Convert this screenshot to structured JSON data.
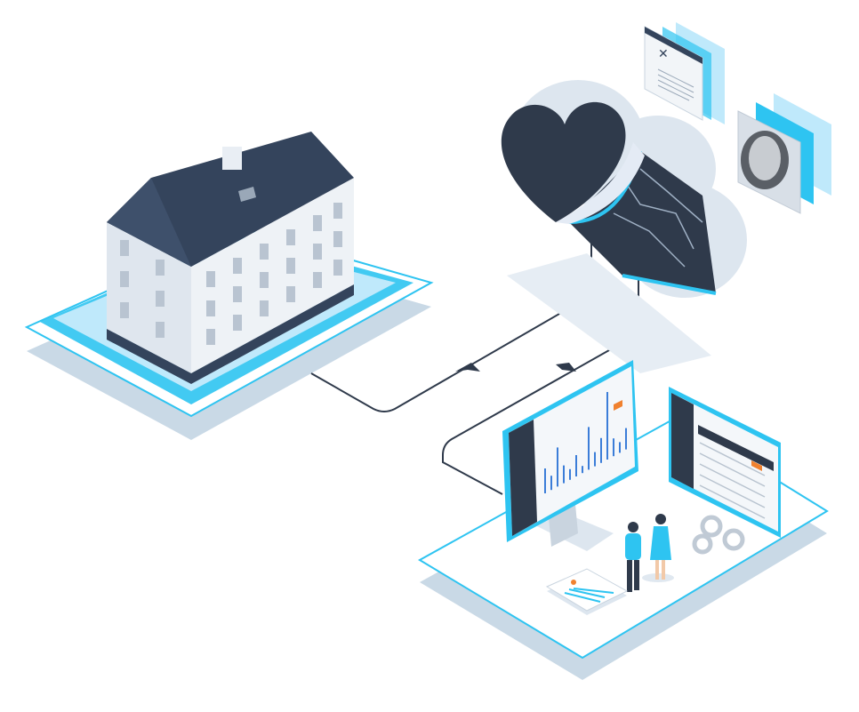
{
  "colors": {
    "background": "#ffffff",
    "accent_cyan": "#2ec4f1",
    "light_cyan": "#bfe9fb",
    "platform_shadow": "#c9d9e6",
    "roof_dark": "#34445c",
    "wall_light": "#e9eef4",
    "cloud_light": "#dde6ef",
    "cloud_dark": "#2f3a4b",
    "connector_line": "#2f3a4b",
    "chart_bar": "#3b7dd8",
    "highlight_orange": "#f0812f"
  },
  "icons": [
    "building-icon",
    "cloud-heart-icon",
    "circuit-icon",
    "tools-document-icon",
    "xray-skull-icon",
    "monitor-chart-icon",
    "monitor-table-icon",
    "people-icon",
    "gears-icon",
    "report-document-icon"
  ],
  "chart_bars": [
    0.35,
    0.2,
    0.55,
    0.25,
    0.15,
    0.3,
    0.1,
    0.6,
    0.2,
    0.35,
    0.95,
    0.25,
    0.15,
    0.3
  ]
}
